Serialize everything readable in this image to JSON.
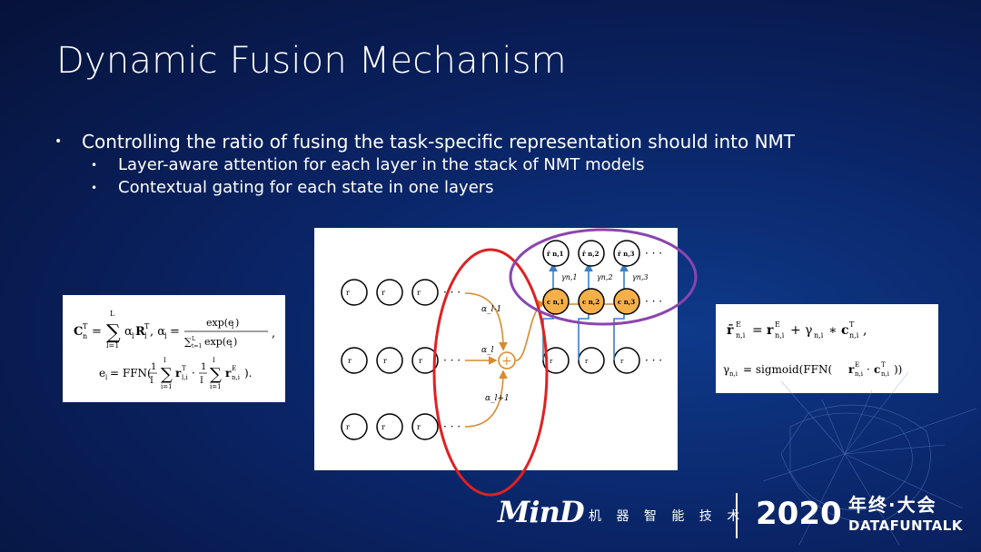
{
  "slide": {
    "title": "Dynamic Fusion Mechanism",
    "bullet_main": "Controlling the ratio of fusing the task-specific representation should into NMT",
    "sub_bullets": [
      "Layer-aware attention for each layer in the stack of NMT models",
      "Contextual gating for each state in one layers"
    ]
  },
  "diagram": {
    "top_row": [
      "r",
      "r",
      "r"
    ],
    "mid_row": [
      "r",
      "r",
      "r"
    ],
    "bottom_row": [
      "r",
      "r",
      "r"
    ],
    "alpha_labels": [
      "α_l-1",
      "α_l",
      "α_l+1"
    ],
    "gate_labels": [
      "γn,1",
      "γn,2",
      "γn,3"
    ],
    "context_labels": [
      "c n,1",
      "c n,2",
      "c n,3"
    ],
    "fused_labels": [
      "r̄ n,1",
      "r̄ n,2",
      "r̄ n,3"
    ],
    "ellipsis": "· · ·",
    "plus": "+"
  },
  "branding": {
    "logo": "MinD",
    "cn_text": "机 器 智 能 技 术",
    "year": "2020",
    "cn_event": "年终·大会",
    "event_en": "DATAFUNTALK"
  },
  "colors": {
    "bg_dark": "#061238",
    "bg_mid": "#0e3a8a",
    "node_orange": "#f5b04a",
    "arrow_orange": "#d98a2b",
    "arrow_blue": "#3b7fc4",
    "red_ellipse": "#e02020",
    "purple_ellipse": "#8a45b0"
  }
}
